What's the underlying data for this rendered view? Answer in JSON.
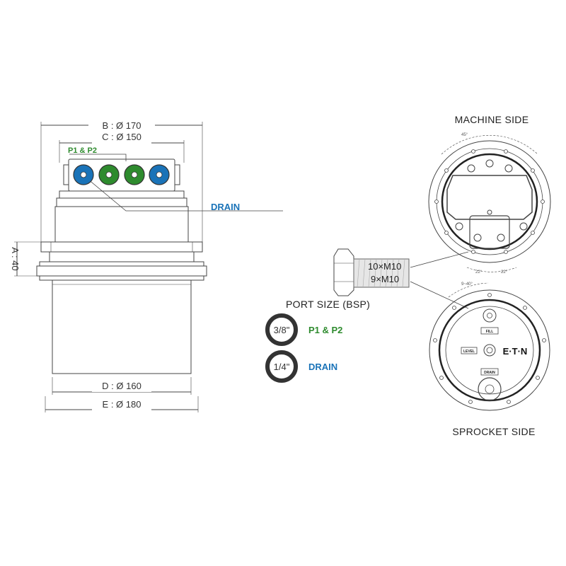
{
  "dimensions": {
    "b": "B : Ø 170",
    "c": "C : Ø 150",
    "a": "A : 40",
    "d": "D : Ø 160",
    "e": "E : Ø 180"
  },
  "ports": {
    "p1p2_label": "P1 & P2",
    "drain_label": "DRAIN"
  },
  "port_size": {
    "title": "PORT SIZE (BSP)",
    "items": [
      {
        "size": "3/8\"",
        "label": "P1 & P2",
        "color": "#2e8b2e"
      },
      {
        "size": "1/4\"",
        "label": "DRAIN",
        "color": "#1a73b8"
      }
    ]
  },
  "bolts": {
    "machine": "10×M10",
    "sprocket": "9×M10"
  },
  "views": {
    "machine_side": "MACHINE SIDE",
    "sprocket_side": "SPROCKET SIDE"
  },
  "machine_angles": {
    "top": "45°",
    "left_bottom": "22°",
    "right_bottom": "22°"
  },
  "sprocket_angle": "9~40°",
  "sprocket_tags": {
    "fill": "FILL",
    "level": "LEVEL",
    "drain": "DRAIN"
  },
  "brand": "E·T·N",
  "colors": {
    "green": "#2e8b2e",
    "blue": "#1a73b8",
    "line": "#444444"
  }
}
